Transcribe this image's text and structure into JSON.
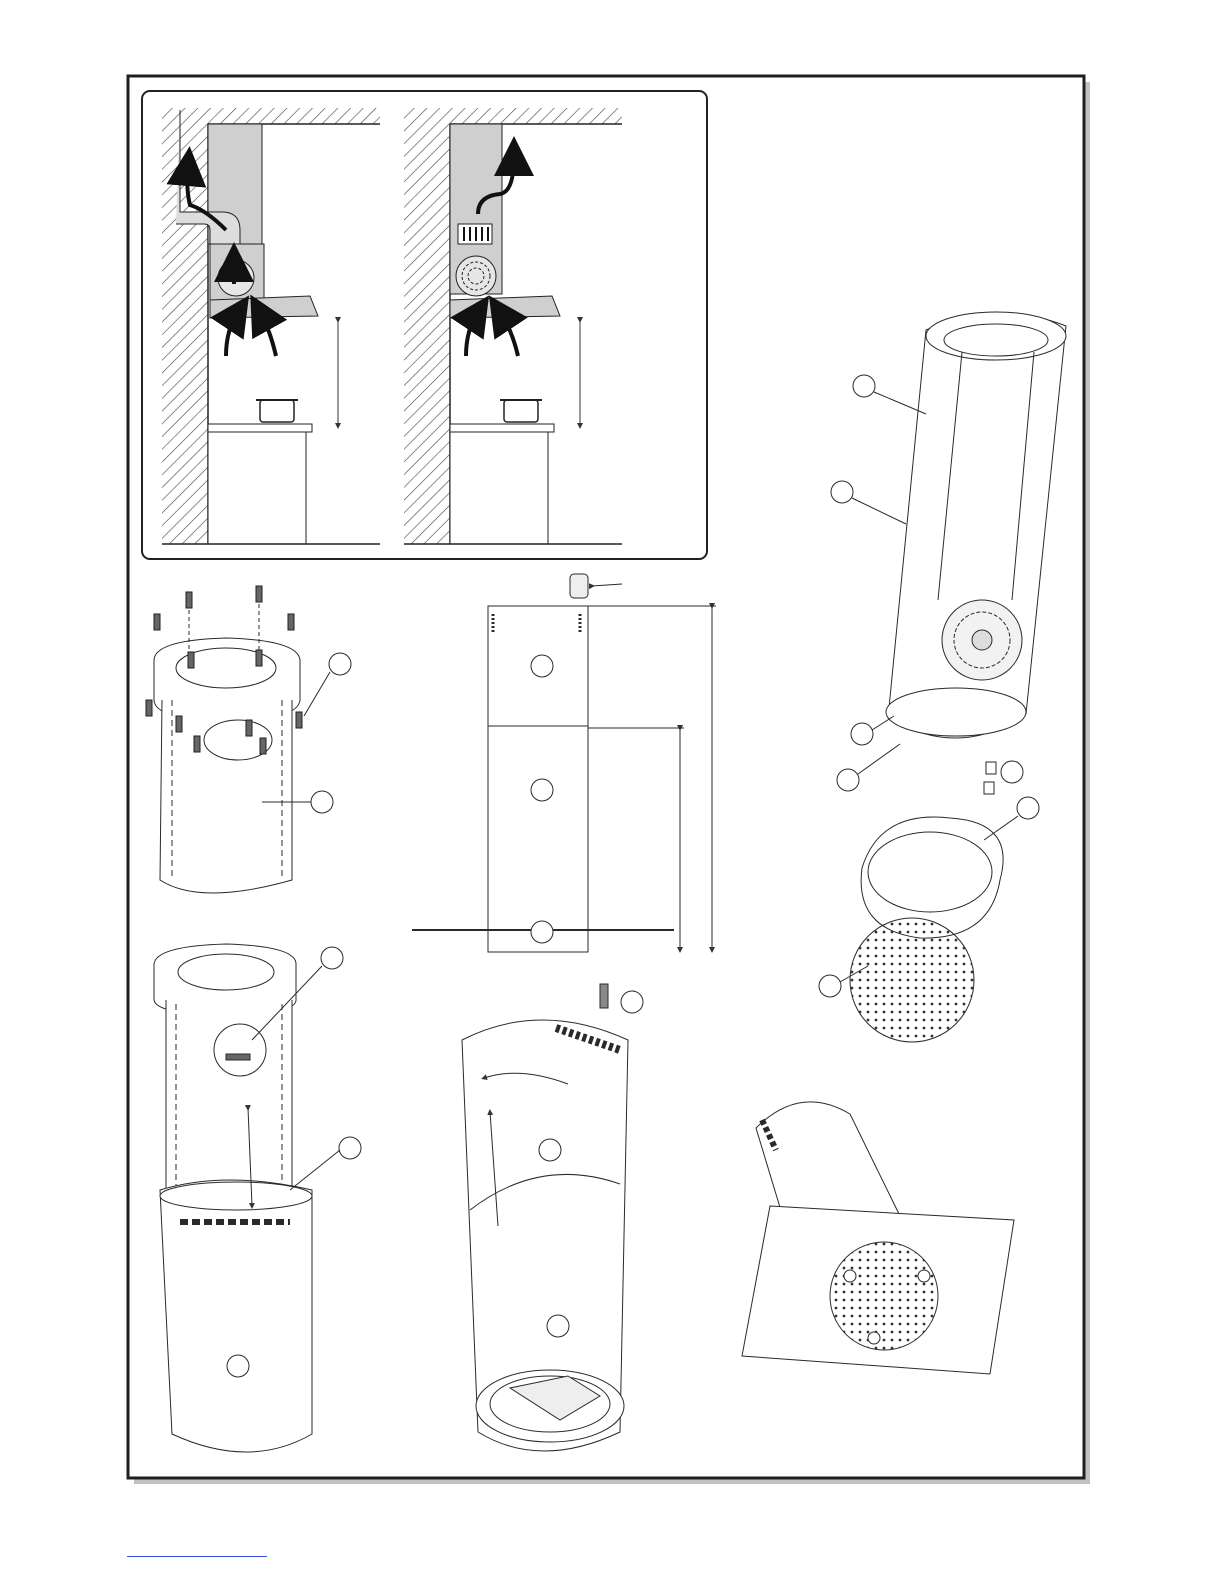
{
  "page": {
    "title": "",
    "callouts": []
  },
  "colors": {
    "frame": "#1f1f1f",
    "frame_shadow": "#9a9a9a",
    "duct_fill": "#cfcfcf",
    "wall_hatch": "#444444",
    "part_stroke": "#2a2a2a",
    "footer_accent": "#3a4fd8"
  },
  "figures": [
    {
      "id": "fig-ducted-venting",
      "description_icon": "ducted-airflow-icon"
    },
    {
      "id": "fig-recirculating-venting",
      "description_icon": "recirculating-airflow-icon"
    },
    {
      "id": "fig-chimney-screw-mounting",
      "description_icon": "screw-icon"
    },
    {
      "id": "fig-dimension-drawing",
      "description_icon": "dimension-icon"
    },
    {
      "id": "fig-exploded-assembly",
      "description_icon": "blower-icon"
    },
    {
      "id": "fig-telescoping-chimney",
      "description_icon": "chimney-icon"
    },
    {
      "id": "fig-chimney-rotation",
      "description_icon": "rotate-arrow-icon"
    },
    {
      "id": "fig-installed-hood-view",
      "description_icon": "grease-filter-icon"
    }
  ]
}
